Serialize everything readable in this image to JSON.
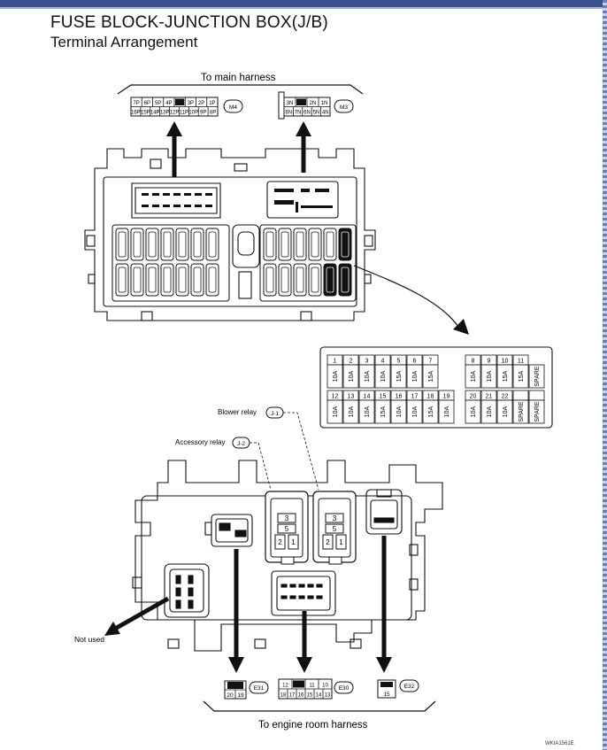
{
  "header": {
    "title": "FUSE BLOCK-JUNCTION BOX(J/B)",
    "subtitle": "Terminal Arrangement"
  },
  "labels": {
    "main_harness": "To main harness",
    "engine_harness": "To engine room harness",
    "blower_relay": "Blower relay",
    "accessory_relay": "Accessory relay",
    "not_used": "Not used",
    "figure_code": "WKIA1561E"
  },
  "connectors": {
    "m4": {
      "tag": "M4",
      "top_row": [
        "7P",
        "6P",
        "5P",
        "4P",
        "",
        "3P",
        "2P",
        "1P"
      ],
      "bottom_row": [
        "16P",
        "15P",
        "14P",
        "13P",
        "12P",
        "11P",
        "10P",
        "9P",
        "8P"
      ]
    },
    "m3": {
      "tag": "M3",
      "top_row": [
        "3N",
        "",
        "2N",
        "1N"
      ],
      "bottom_row": [
        "8N",
        "7N",
        "6N",
        "5N",
        "4N"
      ]
    },
    "e31": {
      "tag": "E31",
      "top_row": [
        ""
      ],
      "bottom_row": [
        "20",
        "19"
      ]
    },
    "e30": {
      "tag": "E30",
      "top_row": [
        "12",
        "",
        "11",
        "10"
      ],
      "bottom_row": [
        "18",
        "17",
        "16",
        "15",
        "14",
        "13"
      ]
    },
    "e32": {
      "tag": "E32",
      "cell": "15"
    }
  },
  "relays": {
    "j1": {
      "tag": "J-1",
      "pins": [
        "3",
        "5",
        "2",
        "1"
      ]
    },
    "j2": {
      "tag": "J-2",
      "pins": [
        "3",
        "5",
        "2",
        "1"
      ]
    }
  },
  "fuses": {
    "top": [
      {
        "num": "1",
        "amp": "10A"
      },
      {
        "num": "2",
        "amp": "10A"
      },
      {
        "num": "3",
        "amp": "10A"
      },
      {
        "num": "4",
        "amp": "10A"
      },
      {
        "num": "5",
        "amp": "15A"
      },
      {
        "num": "6",
        "amp": "10A"
      },
      {
        "num": "7",
        "amp": "15A"
      },
      {
        "num": "",
        "amp": ""
      },
      {
        "num": "8",
        "amp": "10A"
      },
      {
        "num": "9",
        "amp": "10A"
      },
      {
        "num": "10",
        "amp": "15A"
      },
      {
        "num": "11",
        "amp": "15A"
      },
      {
        "num": "",
        "amp": "SPARE"
      }
    ],
    "bottom": [
      {
        "num": "12",
        "amp": "10A"
      },
      {
        "num": "13",
        "amp": "10A"
      },
      {
        "num": "14",
        "amp": "10A"
      },
      {
        "num": "15",
        "amp": "15A"
      },
      {
        "num": "16",
        "amp": "10A"
      },
      {
        "num": "17",
        "amp": "10A"
      },
      {
        "num": "18",
        "amp": "15A"
      },
      {
        "num": "19",
        "amp": "10A"
      },
      {
        "num": "20",
        "amp": "10A"
      },
      {
        "num": "21",
        "amp": "10A"
      },
      {
        "num": "22",
        "amp": "10A"
      },
      {
        "num": "",
        "amp": "SPARE"
      },
      {
        "num": "",
        "amp": "SPARE"
      }
    ]
  }
}
